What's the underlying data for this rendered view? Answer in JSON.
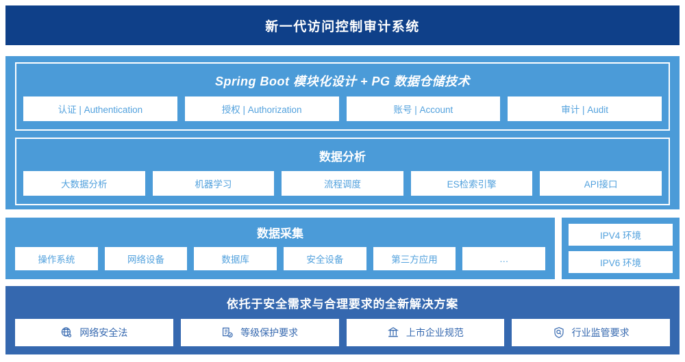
{
  "header": {
    "title": "新一代访问控制审计系统"
  },
  "platform": {
    "sections": [
      {
        "title": "Spring Boot 模块化设计 + PG 数据仓储技术",
        "style": "italic",
        "cards": [
          {
            "label": "认证 | Authentication"
          },
          {
            "label": "授权 | Authorization"
          },
          {
            "label": "账号 | Account"
          },
          {
            "label": "审计 | Audit"
          }
        ]
      },
      {
        "title": "数据分析",
        "style": "normal",
        "cards": [
          {
            "label": "大数据分析"
          },
          {
            "label": "机器学习"
          },
          {
            "label": "流程调度"
          },
          {
            "label": "ES检索引擎"
          },
          {
            "label": "API接口"
          }
        ]
      }
    ]
  },
  "collection": {
    "title": "数据采集",
    "cards": [
      {
        "label": "操作系统"
      },
      {
        "label": "网络设备"
      },
      {
        "label": "数据库"
      },
      {
        "label": "安全设备"
      },
      {
        "label": "第三方应用"
      },
      {
        "label": "…"
      }
    ]
  },
  "environment": {
    "cards": [
      {
        "label": "IPV4 环境"
      },
      {
        "label": "IPV6 环境"
      }
    ]
  },
  "compliance": {
    "title": "依托于安全需求与合理要求的全新解决方案",
    "cards": [
      {
        "label": "网络安全法",
        "icon": "globe-network-icon"
      },
      {
        "label": "等级保护要求",
        "icon": "document-check-icon"
      },
      {
        "label": "上市企业规范",
        "icon": "bank-building-icon"
      },
      {
        "label": "行业监管要求",
        "icon": "shield-search-icon"
      }
    ]
  },
  "colors": {
    "title_bar": "#0F4089",
    "platform_panel": "#4B9BD8",
    "compliance_panel": "#3568AF",
    "card_text": "#52A1DD",
    "compliance_card_text": "#3568AF",
    "card_background": "#FFFFFF"
  }
}
